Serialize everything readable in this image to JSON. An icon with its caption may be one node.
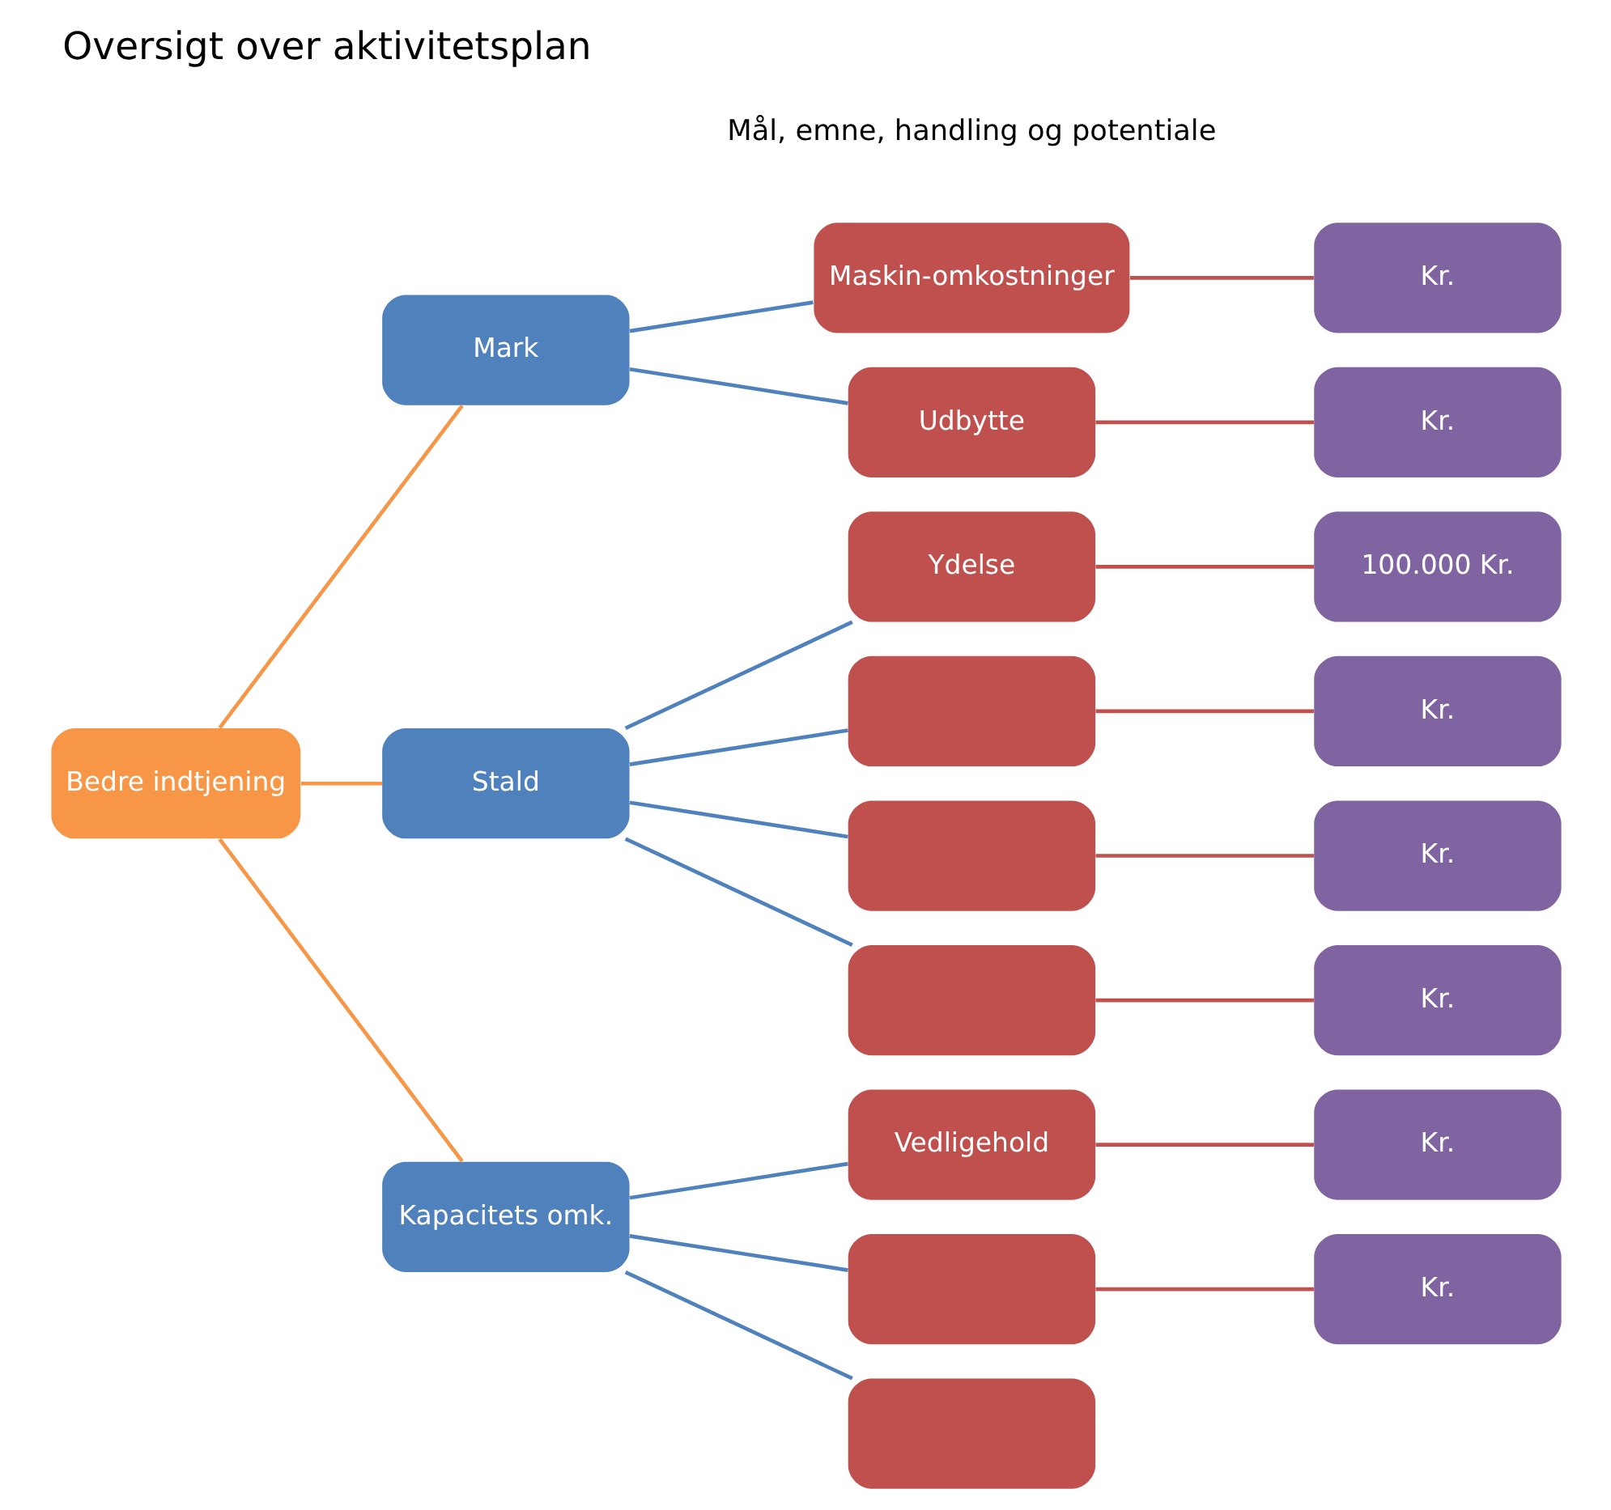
{
  "diagram": {
    "title": "Oversigt over aktivitetsplan",
    "nodes": [
      {
        "text": [
          "Bedre indtjening"
        ]
      },
      {
        "text": [
          "Mark"
        ]
      },
      {
        "text": [
          "Stald"
        ]
      },
      {
        "text": [
          "Kapacitets omk."
        ]
      },
      {
        "text": [
          "Maskin-omkostninger"
        ]
      },
      {
        "text": [
          "Kr."
        ]
      },
      {
        "text": [
          "Udbytte"
        ]
      },
      {
        "text": [
          "Kr."
        ]
      },
      {
        "text": [
          "Ydelse"
        ]
      },
      {
        "text": [
          "100.000 Kr."
        ]
      },
      {
        "text": [],
        "shape": "box"
      },
      {
        "text": [
          "Kr."
        ]
      },
      {
        "text": [],
        "shape": "box"
      },
      {
        "text": [
          "Kr."
        ]
      },
      {
        "text": [],
        "shape": "box"
      },
      {
        "text": [
          "Kr."
        ]
      },
      {
        "text": [
          "Vedligehold"
        ]
      },
      {
        "text": [
          "Kr."
        ]
      },
      {
        "text": [],
        "shape": "box"
      },
      {
        "text": [
          "Kr."
        ]
      },
      {
        "text": [],
        "shape": "box"
      }
    ],
    "edges": [
      {
        "from": 0,
        "to": 1,
        "arrow": "none",
        "color": "#f79646"
      },
      {
        "from": 0,
        "to": 2,
        "arrow": "none",
        "color": "#f79646"
      },
      {
        "from": 0,
        "to": 3,
        "arrow": "none",
        "color": "#f79646"
      },
      {
        "from": 1,
        "to": 4,
        "arrow": "none"
      },
      {
        "from": 1,
        "to": 6,
        "arrow": "none"
      },
      {
        "from": 2,
        "to": 8,
        "arrow": "none"
      },
      {
        "from": 2,
        "to": 10,
        "arrow": "none"
      },
      {
        "from": 2,
        "to": 12,
        "arrow": "none"
      },
      {
        "from": 2,
        "to": 14,
        "arrow": "none"
      },
      {
        "from": 3,
        "to": 16,
        "arrow": "none"
      },
      {
        "from": 3,
        "to": 18,
        "arrow": "none"
      },
      {
        "from": 3,
        "to": 20,
        "arrow": "none"
      },
      {
        "from": 4,
        "to": 5,
        "arrow": "none",
        "color": "#c0504d"
      },
      {
        "from": 6,
        "to": 7,
        "arrow": "none",
        "color": "#c0504d"
      },
      {
        "from": 8,
        "to": 9,
        "arrow": "none",
        "color": "#c0504d"
      },
      {
        "from": 10,
        "to": 11,
        "arrow": "none",
        "color": "#c0504d"
      },
      {
        "from": 12,
        "to": 13,
        "arrow": "none",
        "color": "#c0504d"
      },
      {
        "from": 14,
        "to": 15,
        "arrow": "none",
        "color": "#c0504d"
      },
      {
        "from": 16,
        "to": 17,
        "arrow": "none",
        "color": "#c0504d"
      },
      {
        "from": 18,
        "to": 19,
        "arrow": "none",
        "color": "#c0504d"
      }
    ],
    "labels": [
      "Mål, emne, handling og potentiale"
    ]
  }
}
